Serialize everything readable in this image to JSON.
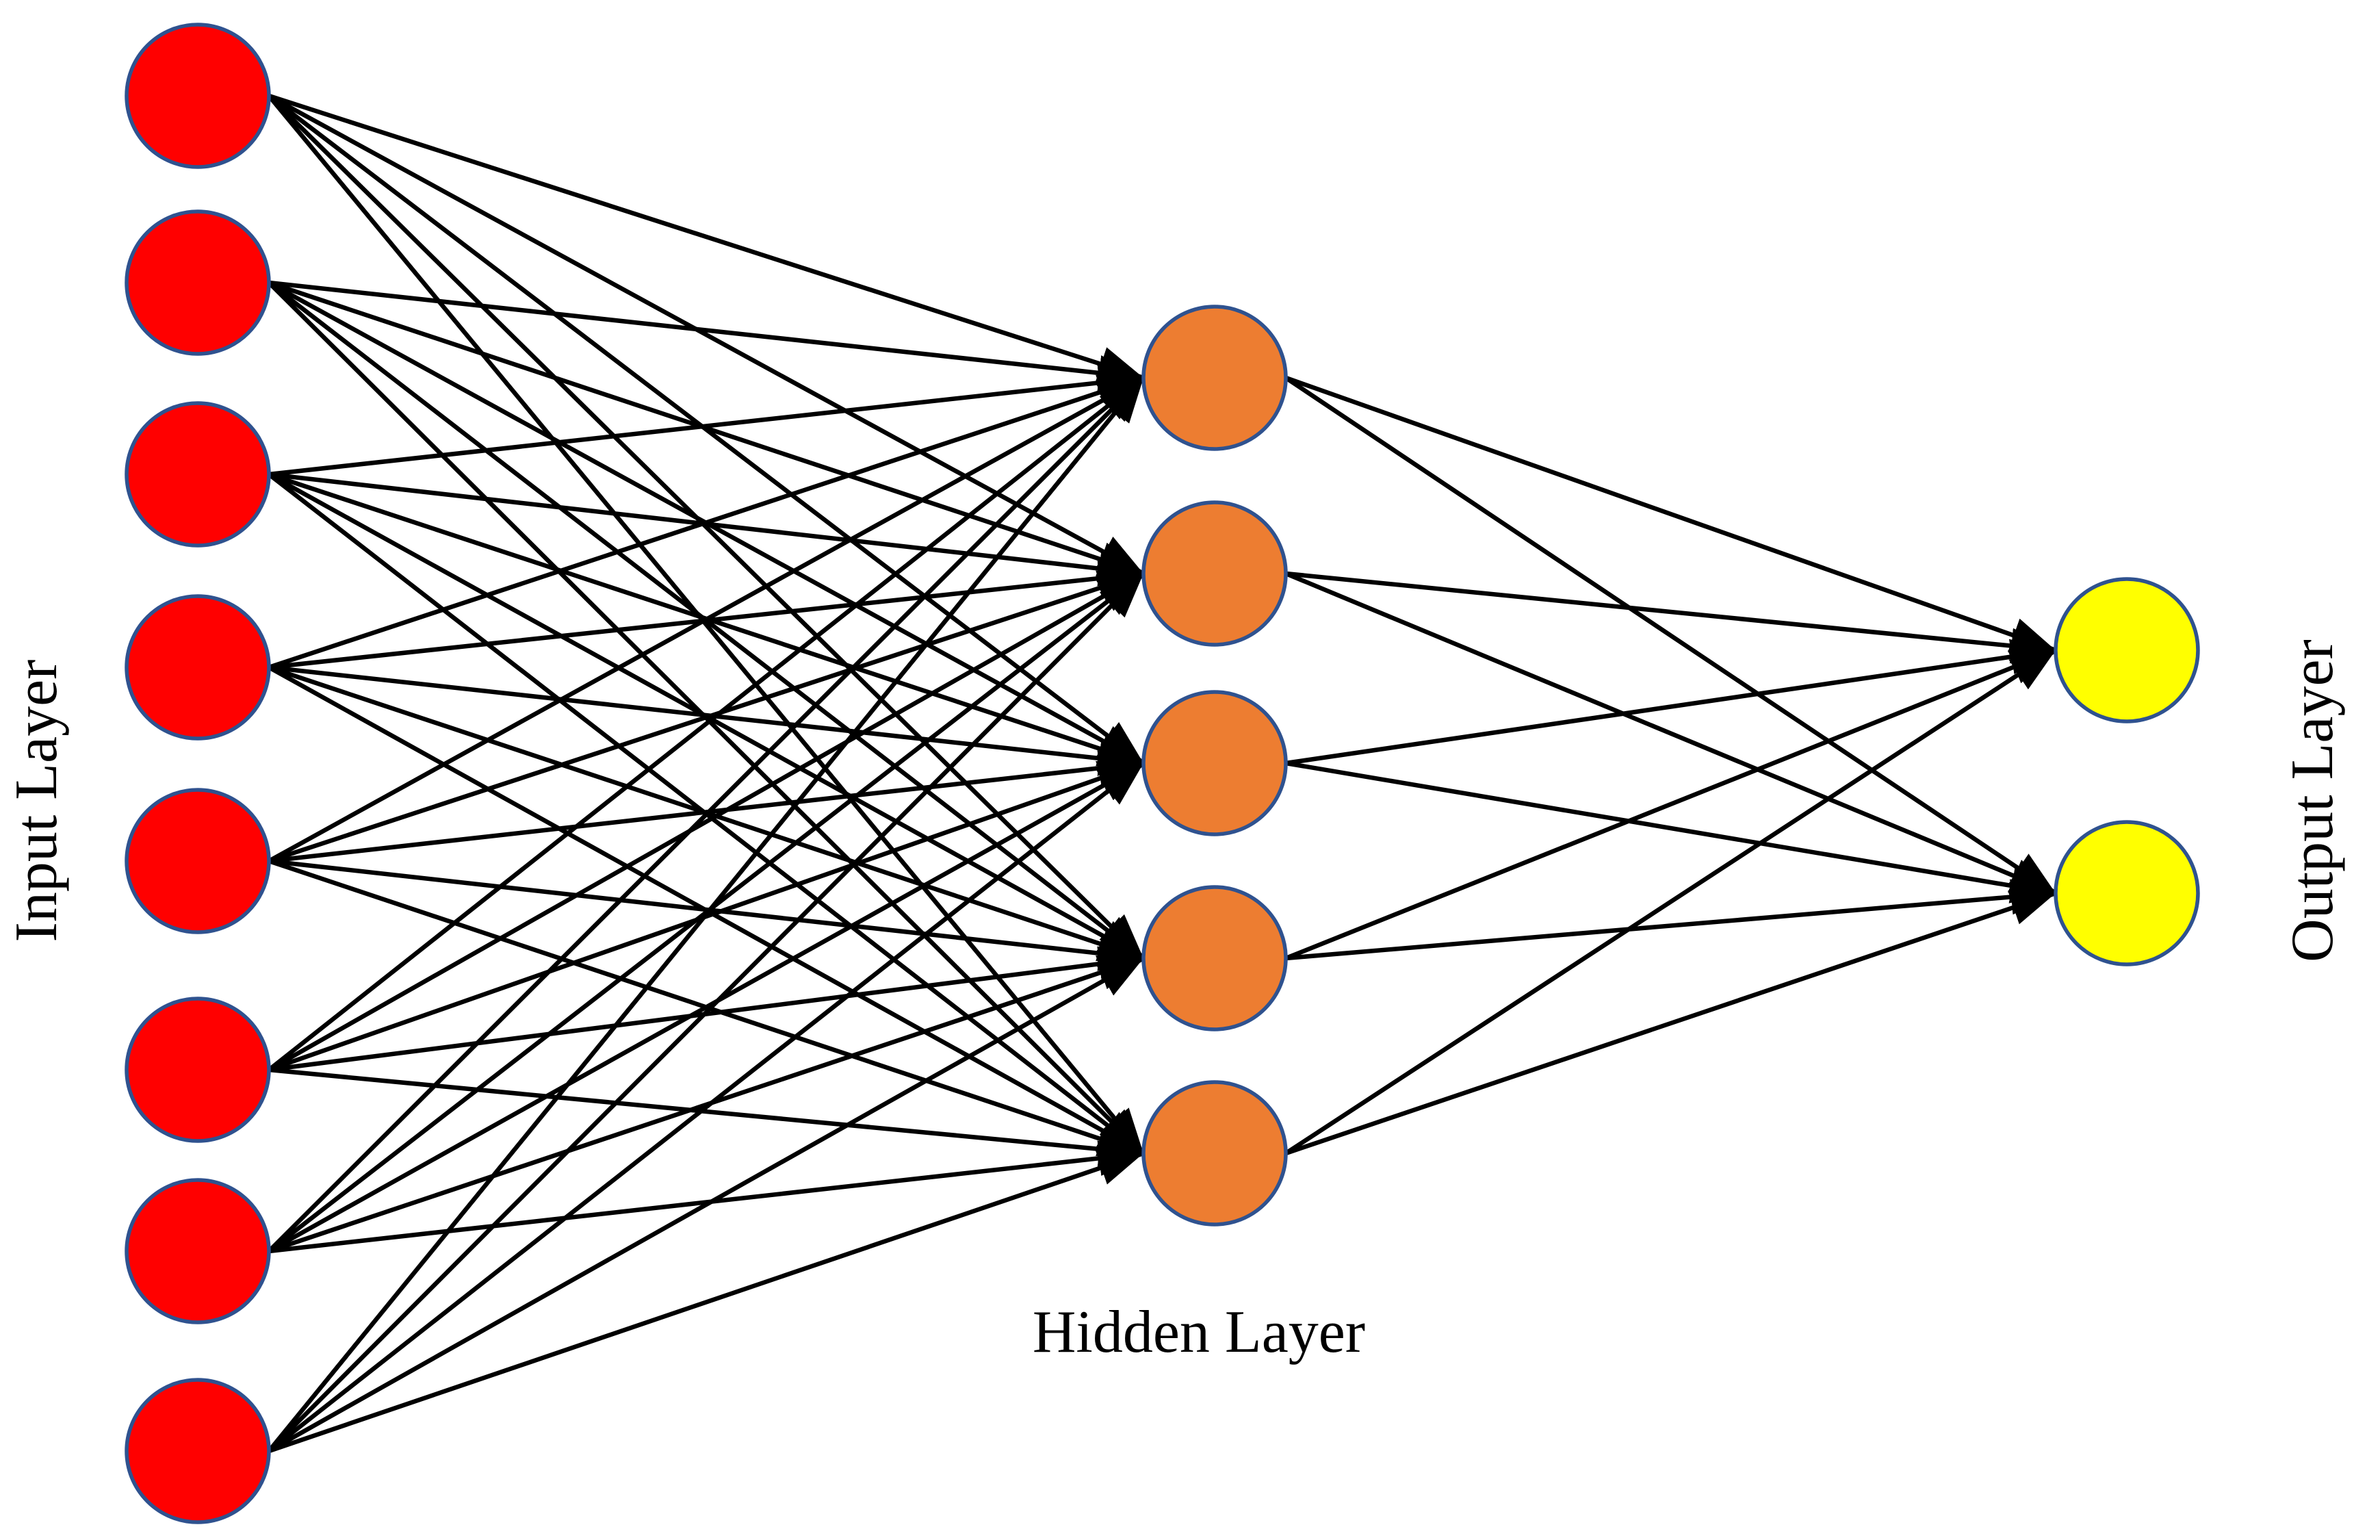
{
  "labels": {
    "input": "Input Layer",
    "hidden": "Hidden Layer",
    "output": "Output Layer"
  },
  "layers": [
    {
      "id": "input",
      "node_count": 8,
      "fill": "#ff0000"
    },
    {
      "id": "hidden",
      "node_count": 5,
      "fill": "#ed7d31"
    },
    {
      "id": "output",
      "node_count": 2,
      "fill": "#ffff00"
    }
  ],
  "node_border_color": "#2f528f",
  "edge_color": "#000000",
  "connectivity": "fully-connected",
  "edge_direction": "left-to-right with arrowheads"
}
